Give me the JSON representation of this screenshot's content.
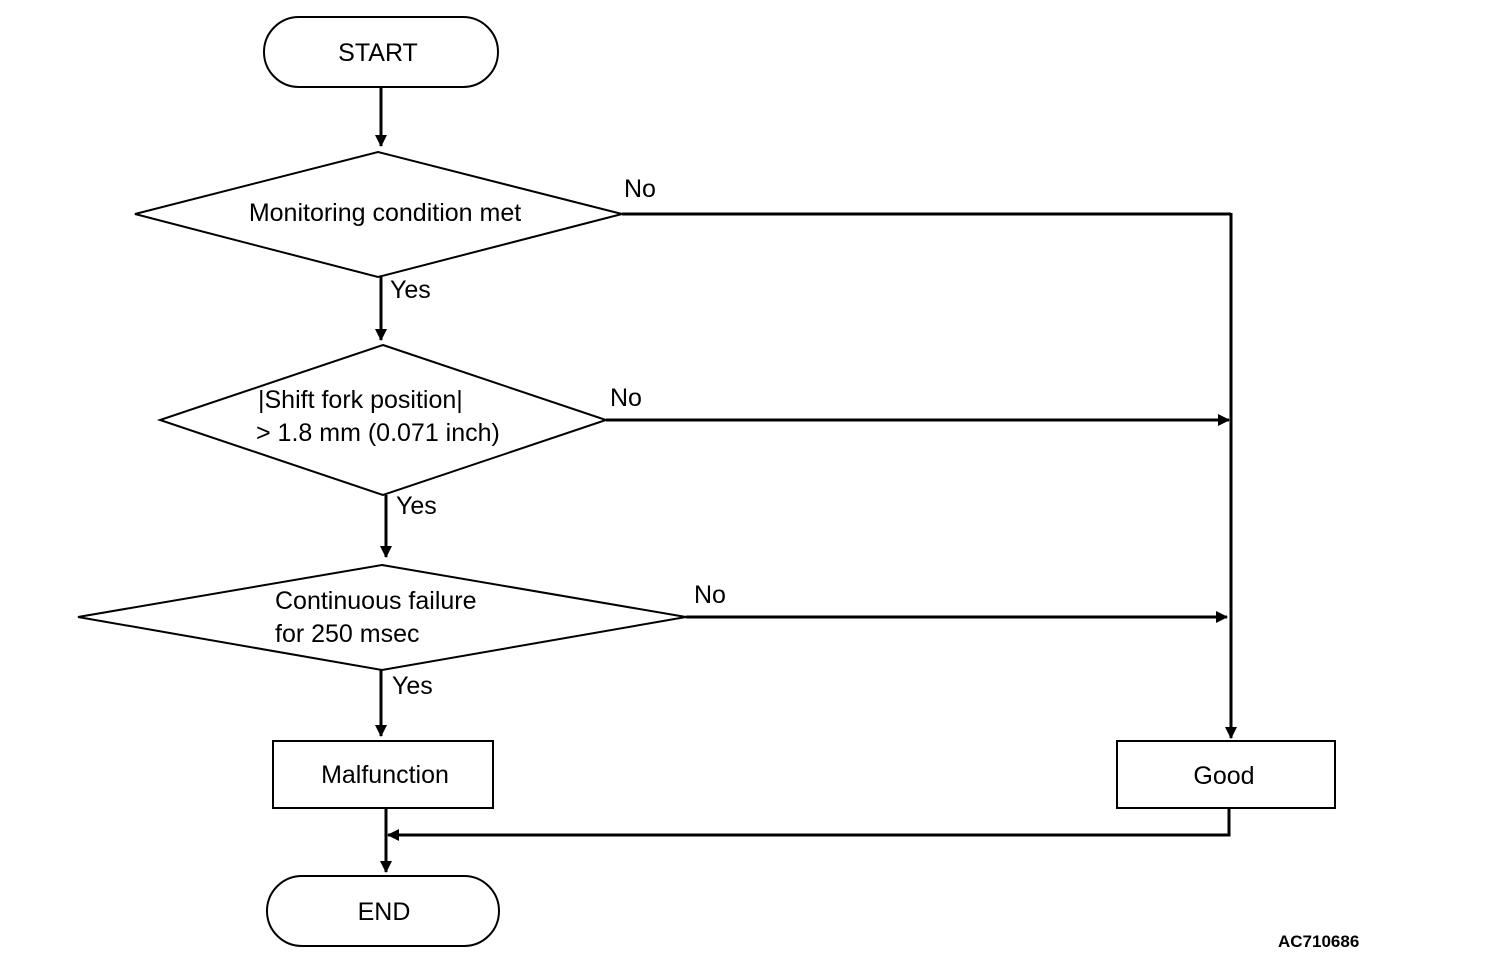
{
  "nodes": {
    "start": "START",
    "decision1": "Monitoring condition met",
    "decision2_line1": "|Shift fork position|",
    "decision2_line2": "> 1.8 mm (0.071 inch)",
    "decision3_line1": "Continuous failure",
    "decision3_line2": "for 250 msec",
    "malfunction": "Malfunction",
    "good": "Good",
    "end": "END"
  },
  "branches": {
    "d1_yes": "Yes",
    "d1_no": "No",
    "d2_yes": "Yes",
    "d2_no": "No",
    "d3_yes": "Yes",
    "d3_no": "No"
  },
  "figure_code": "AC710686"
}
